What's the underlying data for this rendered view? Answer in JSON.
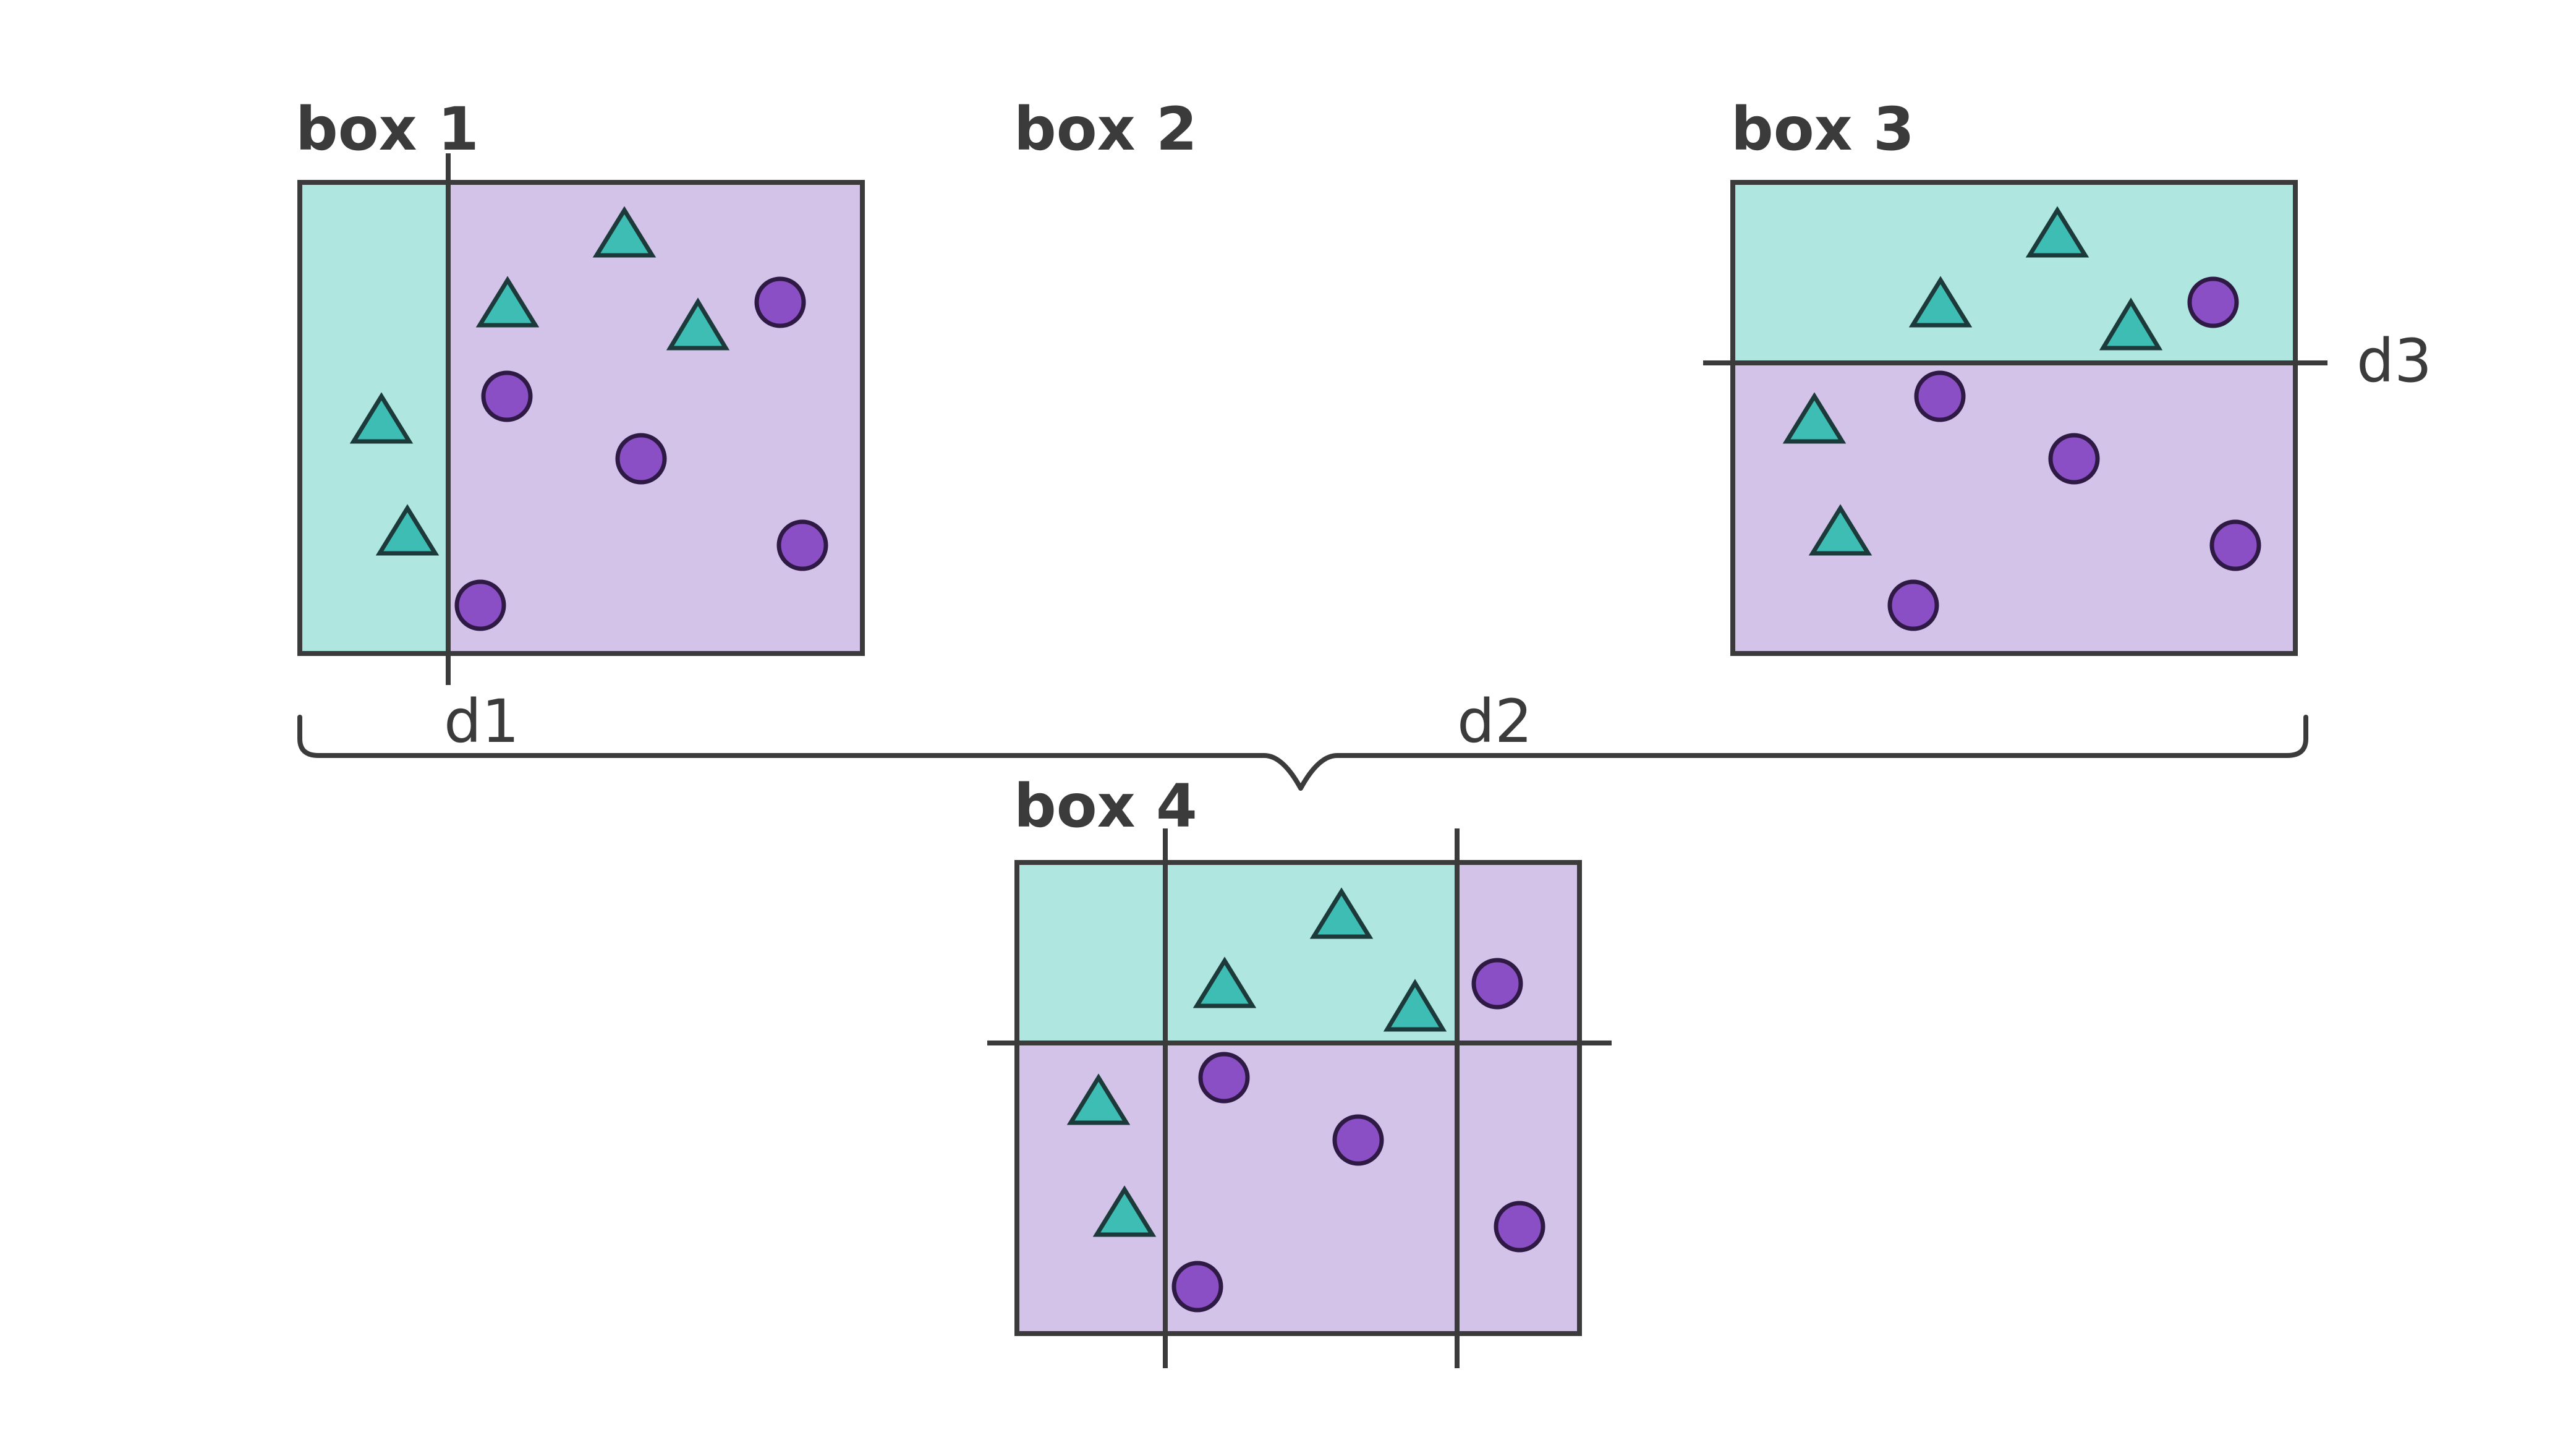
{
  "colors": {
    "teal_region": "#b0e6e0",
    "purple_region": "#d3c3e8",
    "triangle_fill": "#3dbdb4",
    "circle_fill": "#8a4fc4",
    "line": "#3b3b3b"
  },
  "boxes": [
    {
      "title": "box 1"
    },
    {
      "title": "box 2"
    },
    {
      "title": "box 3"
    },
    {
      "title": "box 4"
    }
  ],
  "lines": {
    "d1": "d1",
    "d2": "d2",
    "d3": "d3"
  },
  "shapes": {
    "triangle": "triangle-marker",
    "circle": "circle-marker"
  }
}
